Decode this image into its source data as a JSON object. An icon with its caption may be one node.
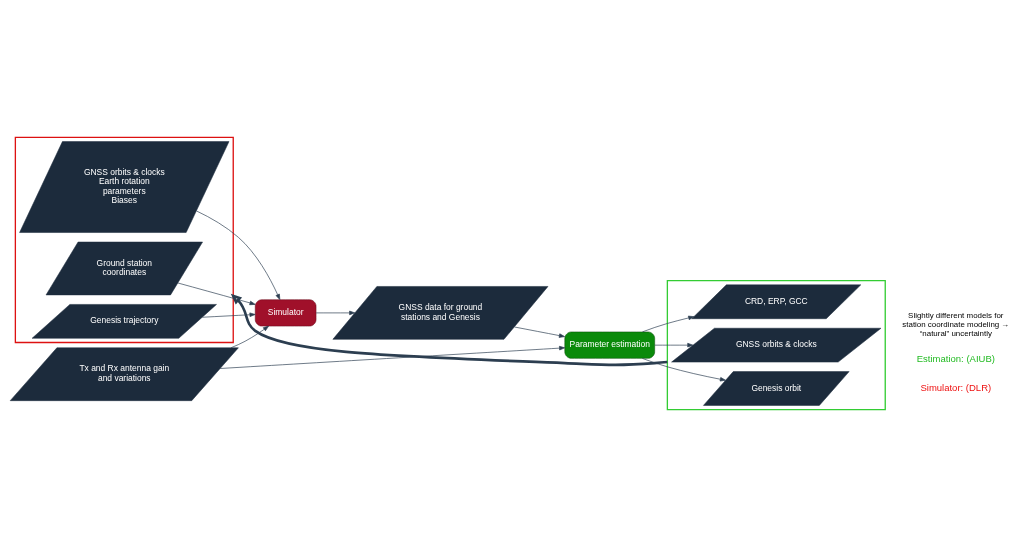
{
  "diagram": {
    "nodes": [
      {
        "text": [],
        "shape": "box"
      },
      {
        "text": [
          "GNSS orbits & clocks",
          "Earth rotation parameters",
          "Biases"
        ],
        "in": 0
      },
      {
        "text": [
          "Ground station coordinates"
        ],
        "in": 0
      },
      {
        "text": [
          "Genesis trajectory"
        ],
        "in": 0
      },
      {
        "text": [
          "Tx and Rx antenna gain and variations"
        ]
      },
      {
        "text": [
          "Simulator"
        ]
      },
      {
        "text": [
          "GNSS data for ground stations and Genesis"
        ]
      },
      {
        "text": [
          "Parameter estimation"
        ]
      },
      {
        "text": [],
        "shape": "box"
      },
      {
        "text": [
          "CRD, ERP, GCC"
        ],
        "in": 8
      },
      {
        "text": [
          "GNSS orbits & clocks"
        ],
        "in": 8
      },
      {
        "text": [
          "Genesis orbit"
        ],
        "in": 8
      }
    ],
    "edges": [
      {
        "from": 1,
        "to": 5,
        "arrow": "to"
      },
      {
        "from": 2,
        "to": 5,
        "arrow": "to"
      },
      {
        "from": 3,
        "to": 5,
        "arrow": "to"
      },
      {
        "from": 4,
        "to": 5,
        "arrow": "to"
      },
      {
        "from": 5,
        "to": 6,
        "arrow": "to"
      },
      {
        "from": 6,
        "to": 7,
        "arrow": "to"
      },
      {
        "from": 4,
        "to": 7,
        "arrow": "to"
      },
      {
        "from": 7,
        "to": 9,
        "arrow": "to"
      },
      {
        "from": 7,
        "to": 10,
        "arrow": "to"
      },
      {
        "from": 7,
        "to": 11,
        "arrow": "to"
      },
      {
        "from": 8,
        "to": 0,
        "arrow": "to",
        "style": "thick"
      }
    ],
    "labels": [
      "Simulator: (DLR)",
      "Estimation: (AIUB)",
      "Slightly different models for station coordinate modeling → “natural” uncertaintly"
    ]
  }
}
